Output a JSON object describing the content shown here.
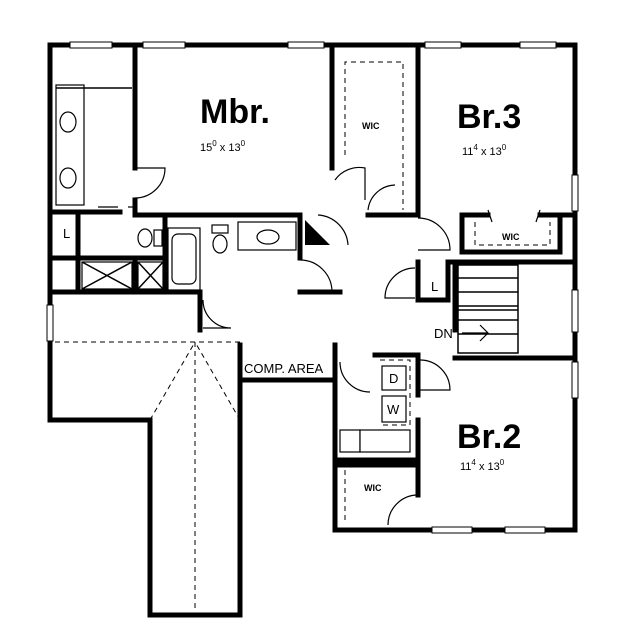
{
  "rooms": {
    "master": {
      "name": "Mbr.",
      "dim_a": "15",
      "dim_a_sup": "0",
      "dim_b": "x 13",
      "dim_b_sup": "0"
    },
    "br3": {
      "name": "Br.3",
      "dim_a": "11",
      "dim_a_sup": "4",
      "dim_b": "x 13",
      "dim_b_sup": "0"
    },
    "br2": {
      "name": "Br.2",
      "dim_a": "11",
      "dim_a_sup": "4",
      "dim_b": "x 13",
      "dim_b_sup": "0"
    }
  },
  "labels": {
    "wic_master": "WIC",
    "wic_br3": "WIC",
    "wic_br2": "WIC",
    "linen_left": "L",
    "linen_hall": "L",
    "comp_area": "COMP. AREA",
    "dryer": "D",
    "washer": "W",
    "stairs_dn": "DN"
  }
}
